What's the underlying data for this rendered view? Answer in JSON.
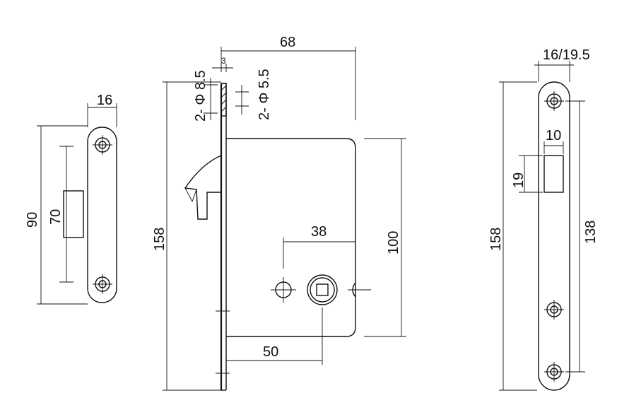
{
  "drawing": {
    "strike_plate": {
      "width_dim": "16",
      "height_dim": "90",
      "slot_height_dim": "70"
    },
    "lock_body": {
      "backset_dim": "68",
      "faceplate_thickness_dim": "3",
      "screw_hole_dim_1": "2- Φ 8.5",
      "screw_hole_dim_2": "2- Φ 5.5",
      "total_height_dim": "158",
      "case_height_dim": "100",
      "center_distance_dim": "38",
      "spindle_backset_dim": "50"
    },
    "faceplate": {
      "width_dim": "16/19.5",
      "slot_width_dim": "10",
      "slot_height_dim": "19",
      "total_height_dim": "158",
      "hole_distance_dim": "138"
    }
  }
}
